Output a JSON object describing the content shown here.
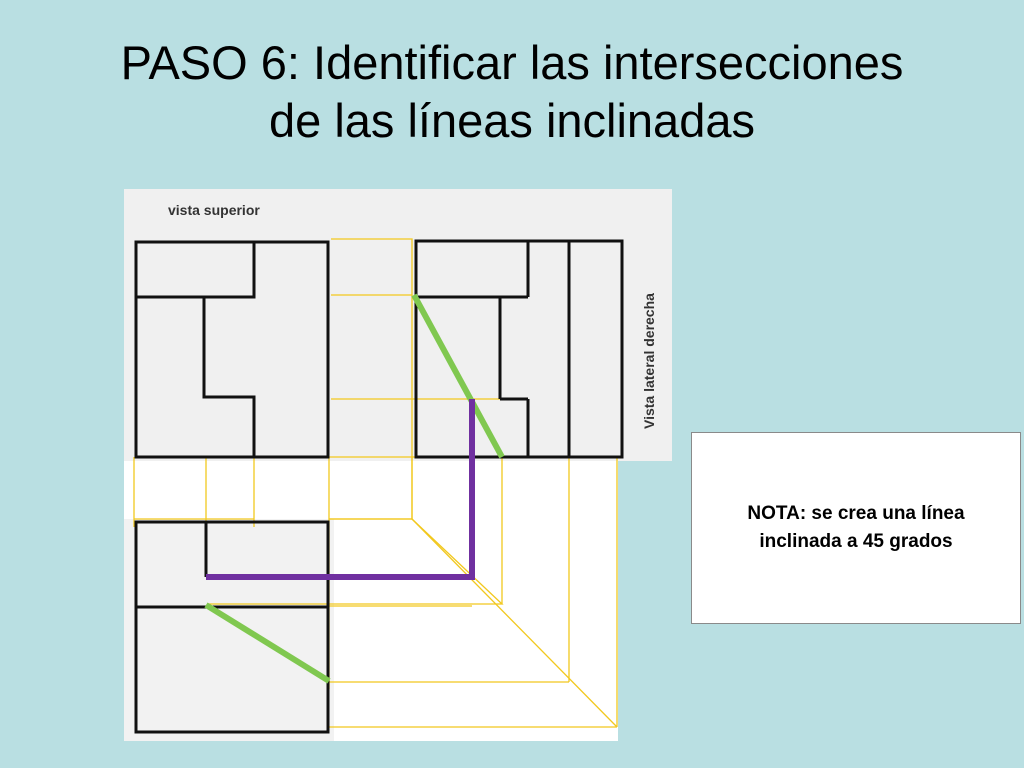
{
  "slide": {
    "title_lines": [
      "PASO 6: Identificar las intersecciones",
      "de las líneas inclinadas"
    ]
  },
  "diagram": {
    "top_view_label": "vista superior",
    "side_view_label": "Vista lateral derecha"
  },
  "note": {
    "lines": [
      "NOTA: se crea una línea",
      "inclinada a 45 grados"
    ]
  },
  "colors": {
    "background": "#b9dfe2",
    "projection_line": "#f2c81e",
    "highlight_green": "#80c850",
    "highlight_purple": "#7030a0",
    "view_outline": "#111111"
  }
}
